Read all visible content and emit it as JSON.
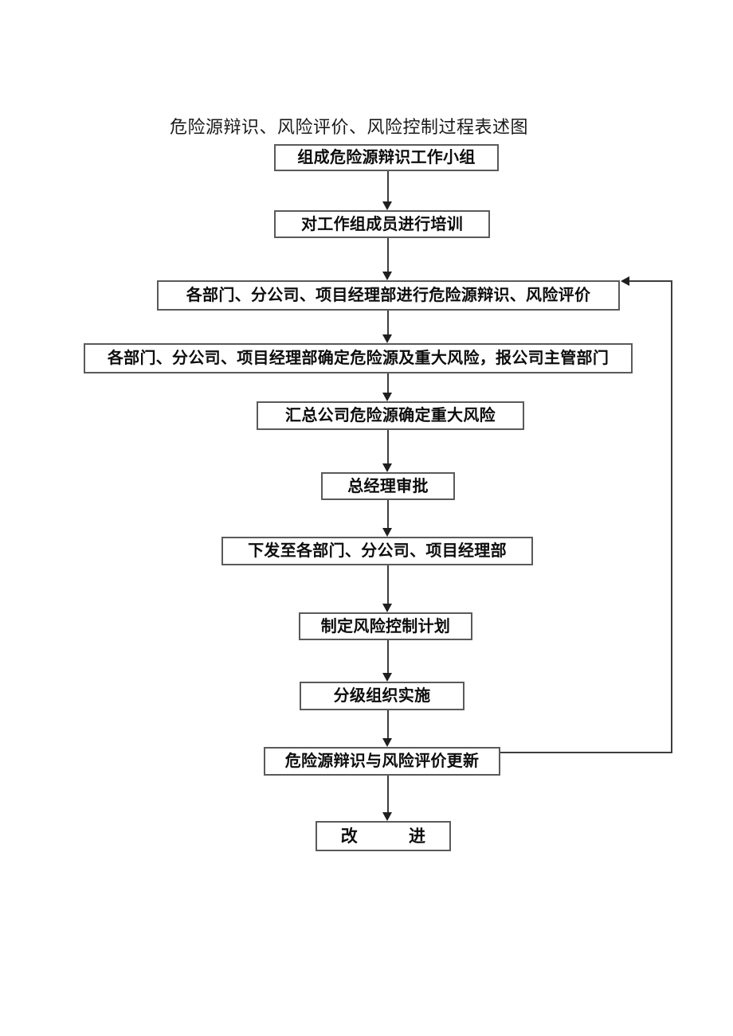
{
  "document": {
    "title": "危险源辩识、风险评价、风险控制过程表述图",
    "background_color": "#ffffff",
    "box_border_color": "#5a5a5a",
    "line_color": "#3d3d3d",
    "text_color": "#0d0d0d"
  },
  "flowchart": {
    "type": "process-flowchart",
    "orientation": "top-to-bottom",
    "nodes": [
      {
        "id": "n1",
        "label": "组成危险源辩识工作小组"
      },
      {
        "id": "n2",
        "label": "对工作组成员进行培训"
      },
      {
        "id": "n3",
        "label": "各部门、分公司、项目经理部进行危险源辩识、风险评价"
      },
      {
        "id": "n4",
        "label": "各部门、分公司、项目经理部确定危险源及重大风险，报公司主管部门"
      },
      {
        "id": "n5",
        "label": "汇总公司危险源确定重大风险"
      },
      {
        "id": "n6",
        "label": "总经理审批"
      },
      {
        "id": "n7",
        "label": "下发至各部门、分公司、项目经理部"
      },
      {
        "id": "n8",
        "label": "制定风险控制计划"
      },
      {
        "id": "n9",
        "label": "分级组织实施"
      },
      {
        "id": "n10",
        "label": "危险源辩识与风险评价更新"
      },
      {
        "id": "n11",
        "label": "改　　　进"
      }
    ],
    "edges": [
      {
        "from": "n1",
        "to": "n2",
        "kind": "arrow-down"
      },
      {
        "from": "n2",
        "to": "n3",
        "kind": "arrow-down"
      },
      {
        "from": "n3",
        "to": "n4",
        "kind": "arrow-down"
      },
      {
        "from": "n4",
        "to": "n5",
        "kind": "arrow-down"
      },
      {
        "from": "n5",
        "to": "n6",
        "kind": "arrow-down"
      },
      {
        "from": "n6",
        "to": "n7",
        "kind": "arrow-down"
      },
      {
        "from": "n7",
        "to": "n8",
        "kind": "arrow-down"
      },
      {
        "from": "n8",
        "to": "n9",
        "kind": "arrow-down"
      },
      {
        "from": "n9",
        "to": "n10",
        "kind": "arrow-down"
      },
      {
        "from": "n10",
        "to": "n11",
        "kind": "arrow-down"
      },
      {
        "from": "n10",
        "to": "n3",
        "kind": "feedback-loop-right"
      }
    ]
  }
}
